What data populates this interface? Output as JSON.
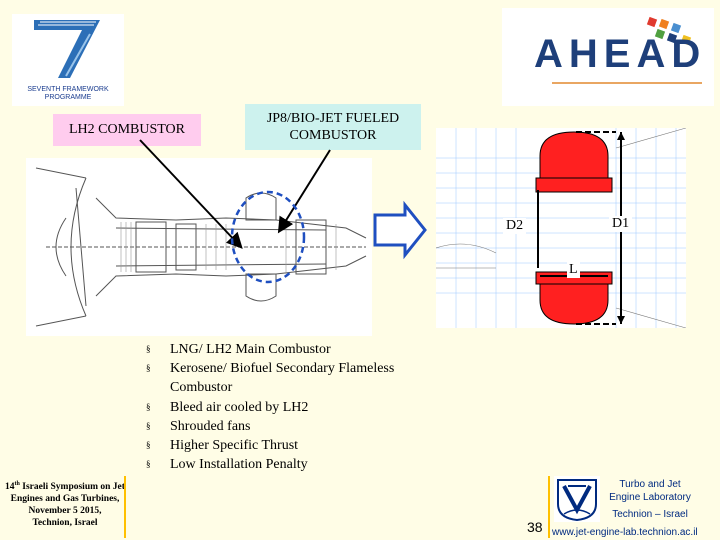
{
  "logos": {
    "fp7_caption_line1": "SEVENTH FRAMEWORK",
    "fp7_caption_line2": "PROGRAMME",
    "ahead_word": "AHEAD"
  },
  "labels": {
    "lh2_combustor": "LH2 COMBUSTOR",
    "jp8_line1": "JP8/BIO-JET FUELED",
    "jp8_line2": "COMBUSTOR",
    "d1": "D1",
    "d2": "D2",
    "l": "L"
  },
  "bullets": [
    "LNG/ LH2 Main Combustor",
    " Kerosene/ Biofuel Secondary Flameless Combustor",
    "Bleed air cooled by LH2",
    "Shrouded fans",
    "Higher Specific Thrust",
    "Low Installation Penalty"
  ],
  "bullet_marker": "§",
  "footer": {
    "symposium_th": "th",
    "symposium_num": "14",
    "symposium_rest": " Israeli Symposium on Jet Engines and Gas Turbines,",
    "date": "November 5 2015,",
    "place": "Technion, Israel",
    "page_number": "38",
    "lab_line1": "Turbo and Jet",
    "lab_line2": "Engine Laboratory",
    "lab_line3": "Technion – Israel",
    "url": "www.jet-engine-lab.technion.ac.il"
  },
  "colors": {
    "background": "#fffde6",
    "pink_box": "#ffccee",
    "cyan_box": "#cdf2ee",
    "combustor_red": "#ff2020",
    "arrow_blue": "#1f4fc0",
    "divider_gold": "#ffc000",
    "technion_blue": "#002a80"
  }
}
